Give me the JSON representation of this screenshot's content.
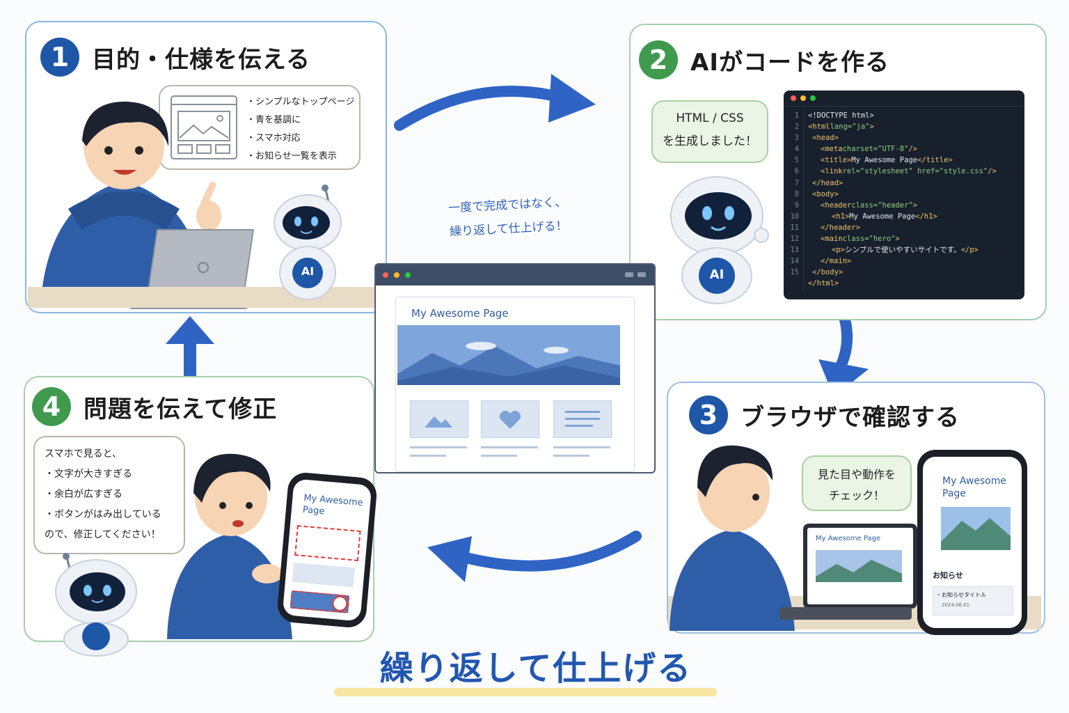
{
  "steps": [
    {
      "number": "1",
      "title": "目的・仕様を伝える"
    },
    {
      "number": "2",
      "title": "AIがコードを作る"
    },
    {
      "number": "3",
      "title": "ブラウザで確認する"
    },
    {
      "number": "4",
      "title": "問題を伝えて修正"
    }
  ],
  "step1": {
    "spec_items": [
      "・シンプルなトップページ",
      "・青を基調に",
      "・スマホ対応",
      "・お知らせ一覧を表示"
    ]
  },
  "robot_label": "AI",
  "step2": {
    "bubble": [
      "HTML / CSS",
      "を生成しました！"
    ],
    "line_numbers": [
      "1",
      "2",
      "3",
      "4",
      "5",
      "6",
      "7",
      "8",
      "9",
      "10",
      "11",
      "12",
      "13",
      "14",
      "15"
    ],
    "code": {
      "l1": "<!DOCTYPE html>",
      "l2a": "<html",
      "l2b": " lang=\"ja\"",
      "l2c": ">",
      "l3": "<head>",
      "l4a": "<meta",
      "l4b": " charset=\"UTF-8\"",
      "l4c": " />",
      "l5a": "<title>",
      "l5b": "My Awesome Page",
      "l5c": "</title>",
      "l6a": "<link",
      "l6b": " rel=\"stylesheet\" href=\"style.css\"",
      "l6c": " />",
      "l7": "</head>",
      "l8": "<body>",
      "l9a": "<header",
      "l9b": " class=\"header\"",
      "l9c": ">",
      "l10a": "<h1>",
      "l10b": "My Awesome Page",
      "l10c": "</h1>",
      "l11": "</header>",
      "l12a": "<main",
      "l12b": " class=\"hero\"",
      "l12c": ">",
      "l13a": "<p>",
      "l13b": "シンプルで使いやすいサイトです。",
      "l13c": "</p>",
      "l14": "</main>",
      "l15": "</body>",
      "l16": "</html>"
    }
  },
  "center": {
    "note_line1": "一度で完成ではなく、",
    "note_line2": "繰り返して仕上げる！",
    "browser_page_title": "My Awesome Page"
  },
  "step3": {
    "bubble": [
      "見た目や動作を",
      "チェック！"
    ],
    "laptop_page_title": "My Awesome Page",
    "phone_page_title": [
      "My Awesome",
      "Page"
    ],
    "news_heading": "お知らせ",
    "news_item": "・お知らせタイトル",
    "news_date": "2024.06.01"
  },
  "step4": {
    "bubble": [
      "スマホで見ると、",
      "・文字が大きすぎる",
      "・余白が広すぎる",
      "・ボタンがはみ出している",
      "ので、修正してください！"
    ],
    "phone_page_title": [
      "My Awesome",
      "Page"
    ]
  },
  "bottom_title": "繰り返して仕上げる",
  "colors": {
    "primary_blue": "#1e56a8",
    "green": "#3f9a4e",
    "hoodie": "#2f5ea8"
  }
}
